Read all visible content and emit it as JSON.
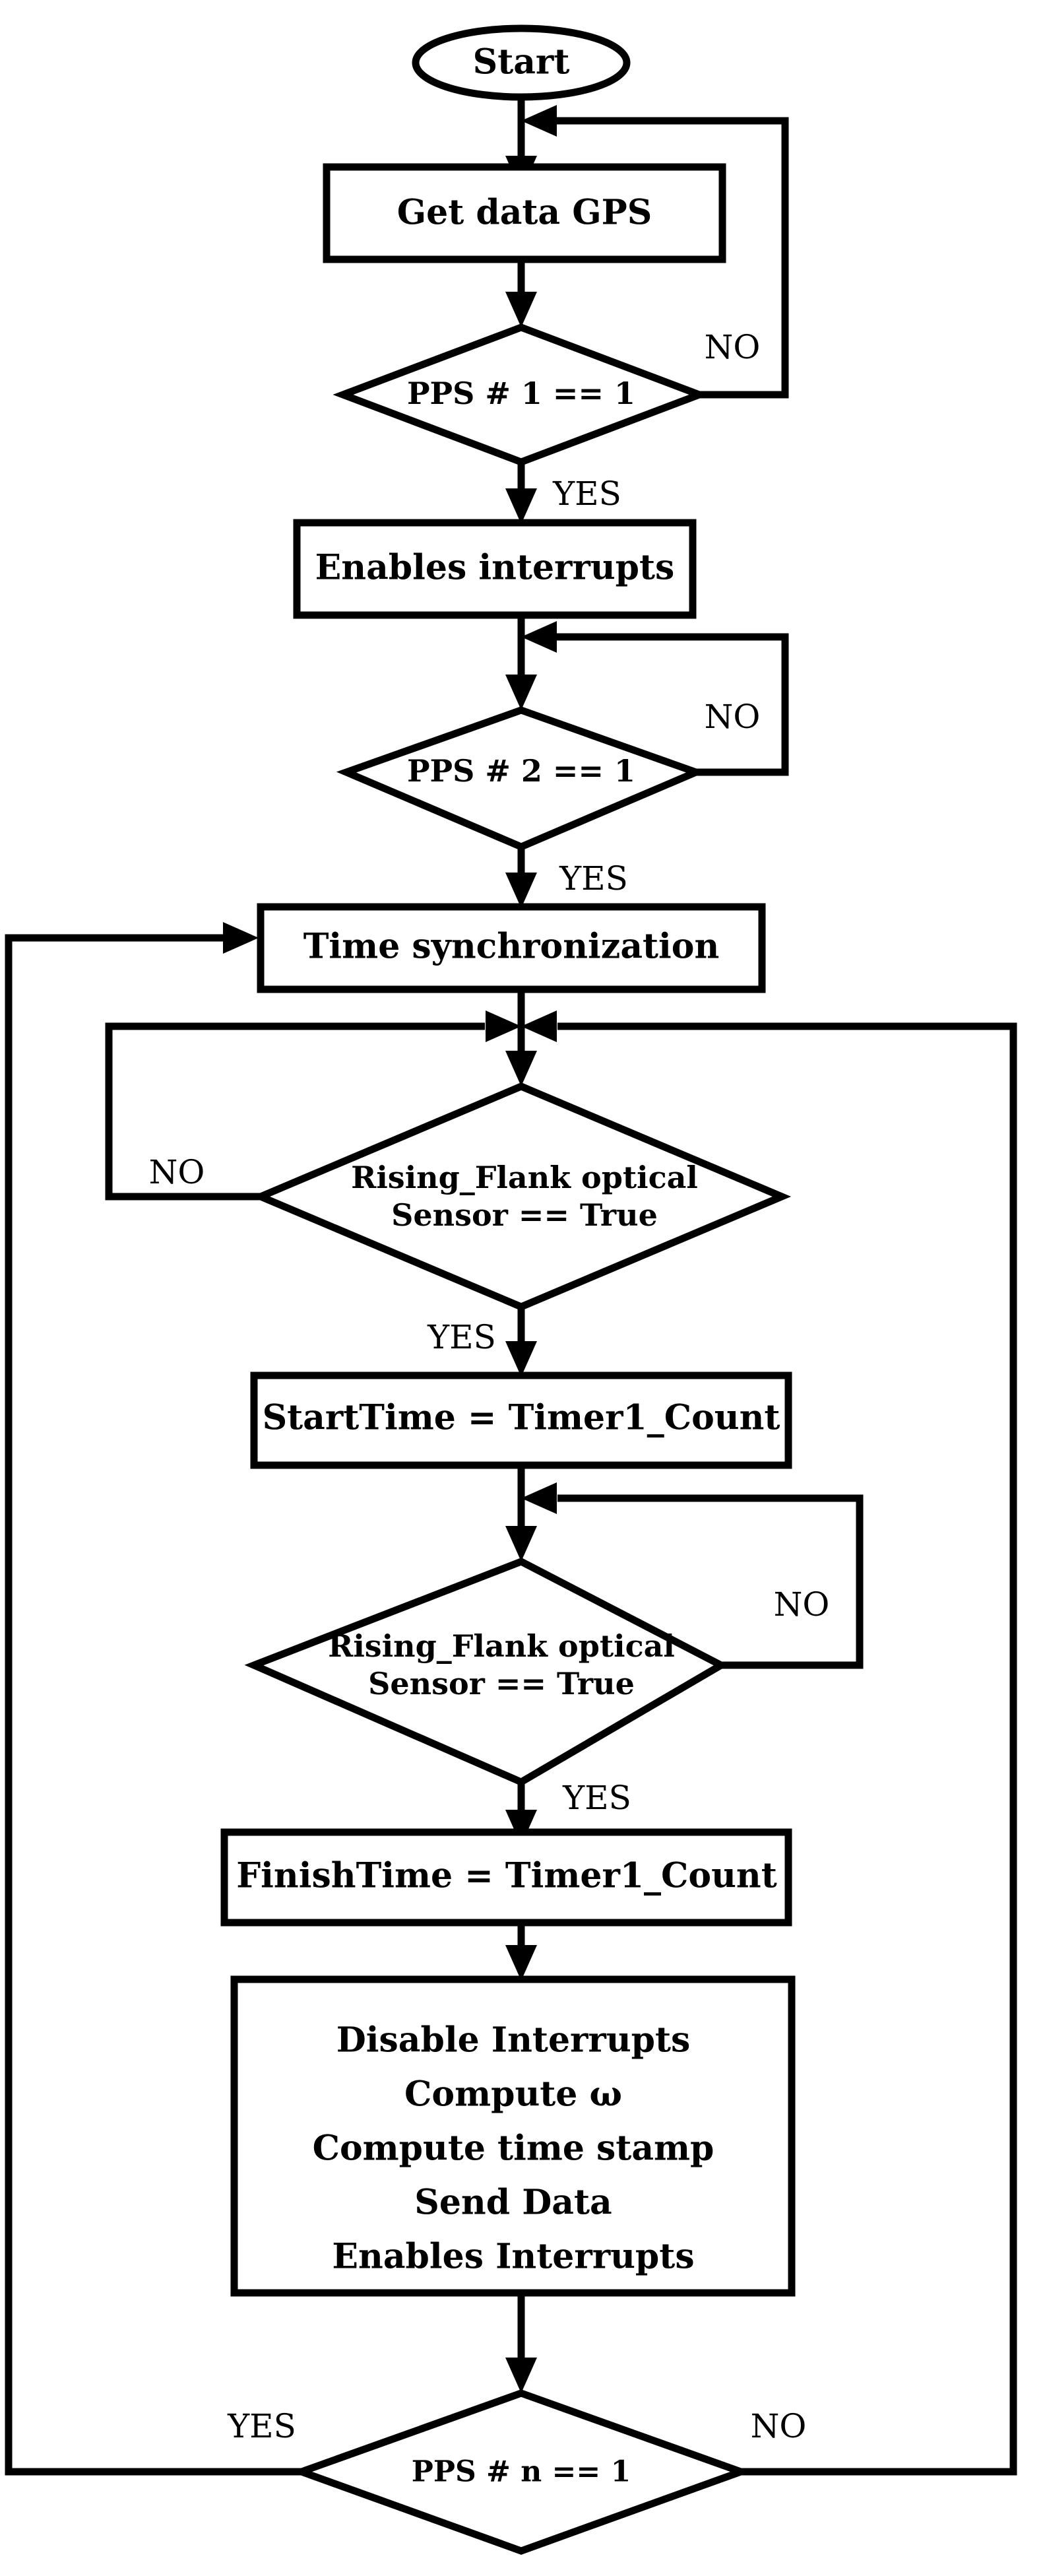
{
  "diagram": {
    "title": "GPS time-synchronized angular velocity measurement flowchart",
    "type": "flowchart",
    "colors": {
      "stroke": "#000000",
      "fill": "#ffffff",
      "text": "#000000"
    },
    "nodes": [
      {
        "id": "start",
        "kind": "terminator",
        "label": "Start"
      },
      {
        "id": "getgps",
        "kind": "process",
        "label": "Get data GPS"
      },
      {
        "id": "pps1",
        "kind": "decision",
        "label": "PPS # 1 == 1"
      },
      {
        "id": "enableint",
        "kind": "process",
        "label": "Enables interrupts"
      },
      {
        "id": "pps2",
        "kind": "decision",
        "label": "PPS # 2 == 1"
      },
      {
        "id": "timesync",
        "kind": "process",
        "label": "Time synchronization"
      },
      {
        "id": "rising1",
        "kind": "decision",
        "label_line1": "Rising_Flank optical",
        "label_line2": "Sensor == True"
      },
      {
        "id": "starttime",
        "kind": "process",
        "label": "StartTime = Timer1_Count"
      },
      {
        "id": "rising2",
        "kind": "decision",
        "label_line1": "Rising_Flank optical",
        "label_line2": "Sensor == True"
      },
      {
        "id": "finishtime",
        "kind": "process",
        "label": "FinishTime = Timer1_Count"
      },
      {
        "id": "compute",
        "kind": "process",
        "lines": [
          "Disable Interrupts",
          "Compute ω",
          "Compute time stamp",
          "Send Data",
          "Enables Interrupts"
        ]
      },
      {
        "id": "ppsn",
        "kind": "decision",
        "label": "PPS # n == 1"
      }
    ],
    "edge_labels": {
      "pps1_no": "NO",
      "pps1_yes": "YES",
      "pps2_no": "NO",
      "pps2_yes": "YES",
      "rising1_no": "NO",
      "rising1_yes": "YES",
      "rising2_no": "NO",
      "rising2_yes": "YES",
      "ppsn_yes": "YES",
      "ppsn_no": "NO"
    },
    "edges": [
      {
        "from": "start",
        "to": "getgps",
        "label": ""
      },
      {
        "from": "getgps",
        "to": "pps1",
        "label": ""
      },
      {
        "from": "pps1",
        "to": "getgps",
        "label": "NO"
      },
      {
        "from": "pps1",
        "to": "enableint",
        "label": "YES"
      },
      {
        "from": "enableint",
        "to": "pps2",
        "label": ""
      },
      {
        "from": "pps2",
        "to": "pps2",
        "label": "NO"
      },
      {
        "from": "pps2",
        "to": "timesync",
        "label": "YES"
      },
      {
        "from": "timesync",
        "to": "rising1",
        "label": ""
      },
      {
        "from": "rising1",
        "to": "rising1",
        "label": "NO"
      },
      {
        "from": "rising1",
        "to": "starttime",
        "label": "YES"
      },
      {
        "from": "starttime",
        "to": "rising2",
        "label": ""
      },
      {
        "from": "rising2",
        "to": "rising2",
        "label": "NO"
      },
      {
        "from": "rising2",
        "to": "finishtime",
        "label": "YES"
      },
      {
        "from": "finishtime",
        "to": "compute",
        "label": ""
      },
      {
        "from": "compute",
        "to": "ppsn",
        "label": ""
      },
      {
        "from": "ppsn",
        "to": "timesync",
        "label": "YES"
      },
      {
        "from": "ppsn",
        "to": "rising1",
        "label": "NO"
      }
    ]
  }
}
